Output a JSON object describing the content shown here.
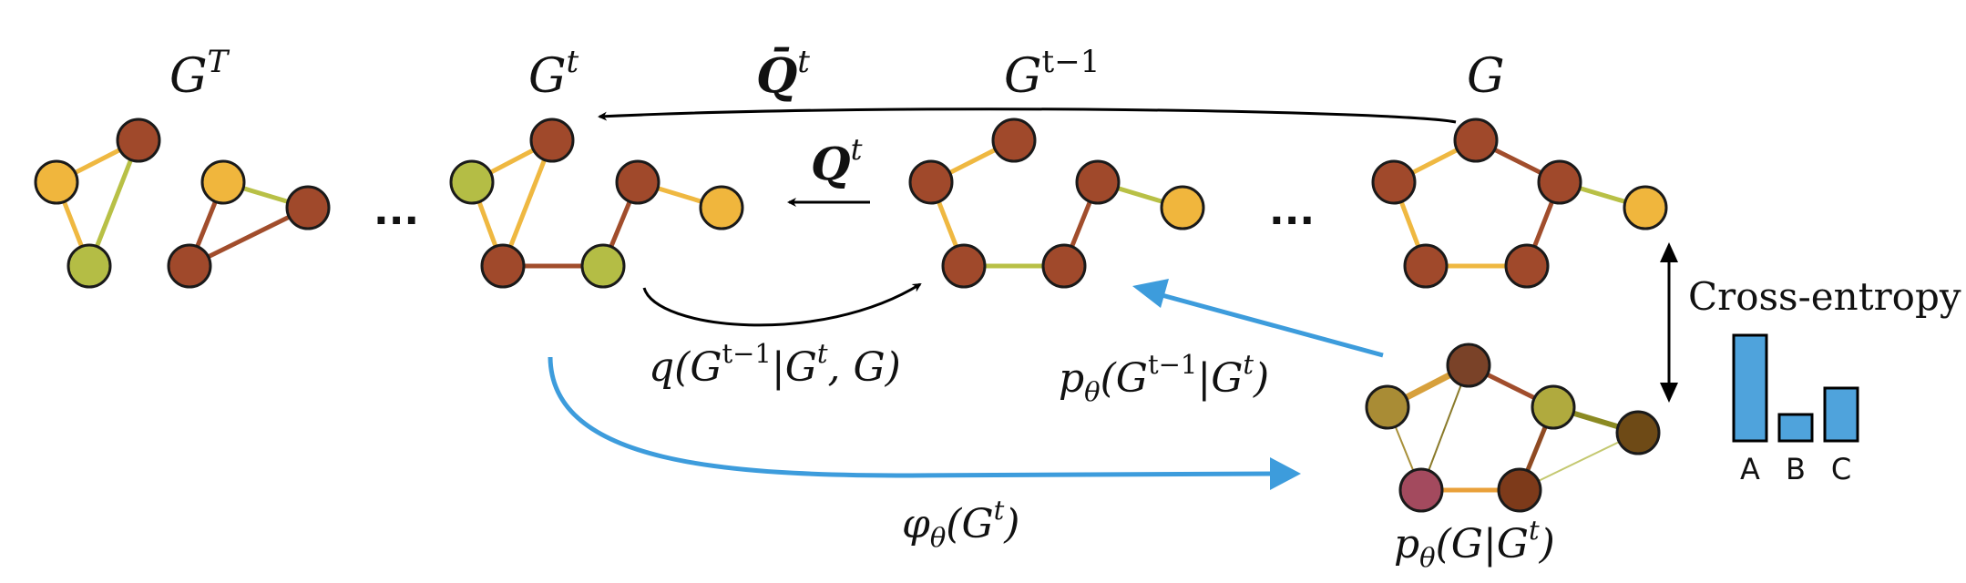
{
  "labels": {
    "g_T": "G",
    "g_T_sup": "T",
    "g_t": "G",
    "g_t_sup": "t",
    "g_t1": "G",
    "g_t1_sup": "t−1",
    "g0": "G",
    "qbar": "Q̄",
    "qbar_sup": "t",
    "q": "Q",
    "q_sup": "t",
    "ellipsis_left": "...",
    "ellipsis_right": "...",
    "posterior": "q(G",
    "posterior_sup": "t−1",
    "posterior_rest": "|G",
    "posterior_sup2": "t",
    "posterior_end": ", G)",
    "reverse": "p",
    "reverse_sub": "θ",
    "reverse_mid": "(G",
    "reverse_sup": "t−1",
    "reverse_rest": "|G",
    "reverse_sup2": "t",
    "reverse_end": ")",
    "phi": "φ",
    "phi_sub": "θ",
    "phi_mid": "(G",
    "phi_sup": "t",
    "phi_end": ")",
    "pred": "p",
    "pred_sub": "θ",
    "pred_mid": "(G|G",
    "pred_sup": "t",
    "pred_end": ")",
    "cross_entropy": "Cross-entropy"
  },
  "bar_chart": {
    "categories": [
      "A",
      "B",
      "C"
    ],
    "values": [
      1.0,
      0.25,
      0.5
    ],
    "color": "#4fa3dc"
  },
  "colors": {
    "node_brown": "#a0492b",
    "node_orange": "#f0b63d",
    "node_green": "#b4bd45",
    "edge_orange": "#efb841",
    "edge_green": "#b8c046",
    "edge_brown": "#a14d2c",
    "arrow_blue": "#3d9cdc",
    "arrow_black": "#000000"
  }
}
